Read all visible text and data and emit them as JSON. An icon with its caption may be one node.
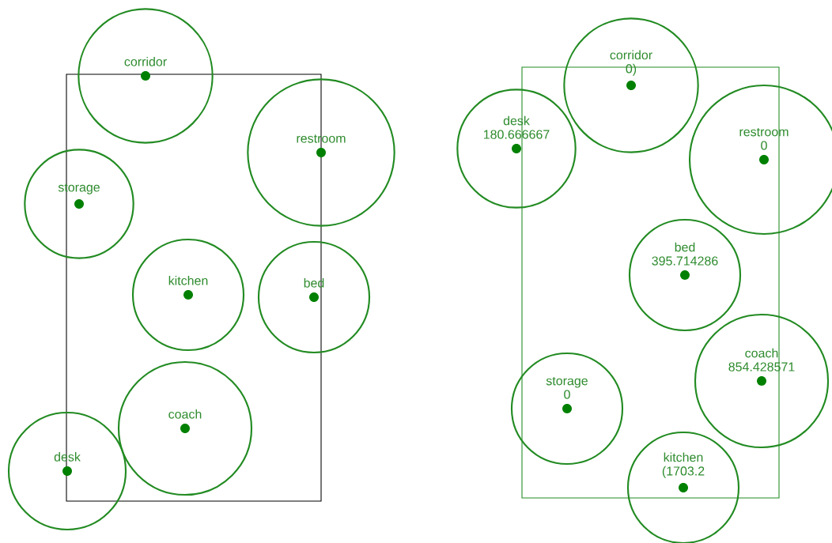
{
  "diagram": {
    "nodes": [
      {
        "text": [
          "corridor"
        ]
      },
      {
        "text": [
          "restroom"
        ]
      },
      {
        "text": [
          "storage"
        ]
      },
      {
        "text": [
          "kitchen"
        ]
      },
      {
        "text": [
          "bed"
        ]
      },
      {
        "text": [
          "coach"
        ]
      },
      {
        "text": [
          "desk"
        ]
      },
      {
        "text": [
          "corridor",
          "0)"
        ]
      },
      {
        "text": [
          "desk",
          "180.666667"
        ]
      },
      {
        "text": [
          "restroom",
          "0"
        ]
      },
      {
        "text": [
          "bed",
          "395.714286"
        ]
      },
      {
        "text": [
          "coach",
          "854.428571"
        ]
      },
      {
        "text": [
          "storage",
          "0"
        ]
      },
      {
        "text": [
          "kitchen",
          "(1703.2"
        ]
      }
    ],
    "edges": []
  }
}
